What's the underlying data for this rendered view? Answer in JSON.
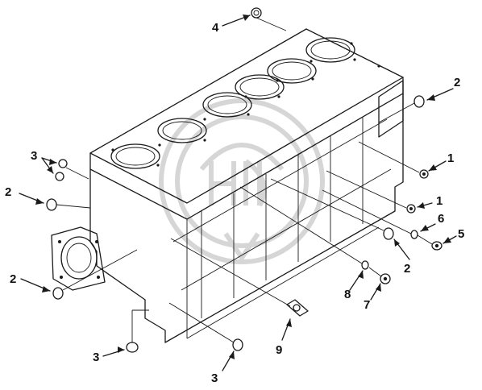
{
  "callouts": [
    {
      "id": "c4-top",
      "label": "4"
    },
    {
      "id": "c2-right-top",
      "label": "2"
    },
    {
      "id": "c1-upper",
      "label": "1"
    },
    {
      "id": "c3-left-top",
      "label": "3"
    },
    {
      "id": "c2-left",
      "label": "2"
    },
    {
      "id": "c1-lower",
      "label": "1"
    },
    {
      "id": "c6",
      "label": "6"
    },
    {
      "id": "c5",
      "label": "5"
    },
    {
      "id": "c2-center",
      "label": "2"
    },
    {
      "id": "c2-left-bottom",
      "label": "2"
    },
    {
      "id": "c8",
      "label": "8"
    },
    {
      "id": "c7",
      "label": "7"
    },
    {
      "id": "c9",
      "label": "9"
    },
    {
      "id": "c3-bottom-left",
      "label": "3"
    },
    {
      "id": "c3-bottom-right",
      "label": "3"
    }
  ],
  "colors": {
    "line": "#1a1a1a",
    "watermark": "#d6d6d6"
  }
}
